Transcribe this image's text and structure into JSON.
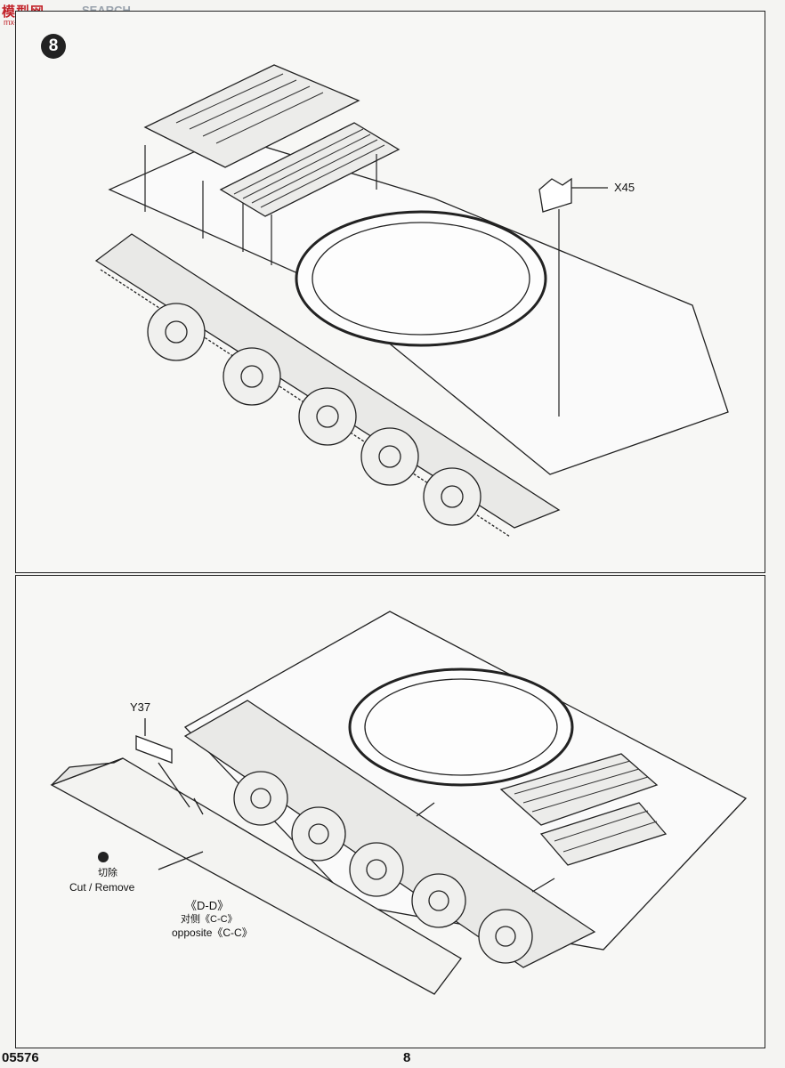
{
  "watermark": {
    "brand": "模型网",
    "search": "SEARCH",
    "url": "mx-shop.com.cn"
  },
  "step_number": "8",
  "top_panel": {
    "part_label": "X45"
  },
  "bottom_panel": {
    "part_label": "Y37",
    "cut_cn": "切除",
    "cut_en": "Cut / Remove",
    "section_label": "《D-D》",
    "opposite_cn": "对侧《C-C》",
    "opposite_en": "opposite《C-C》"
  },
  "footer": {
    "product_code": "05576",
    "page_number": "8"
  }
}
